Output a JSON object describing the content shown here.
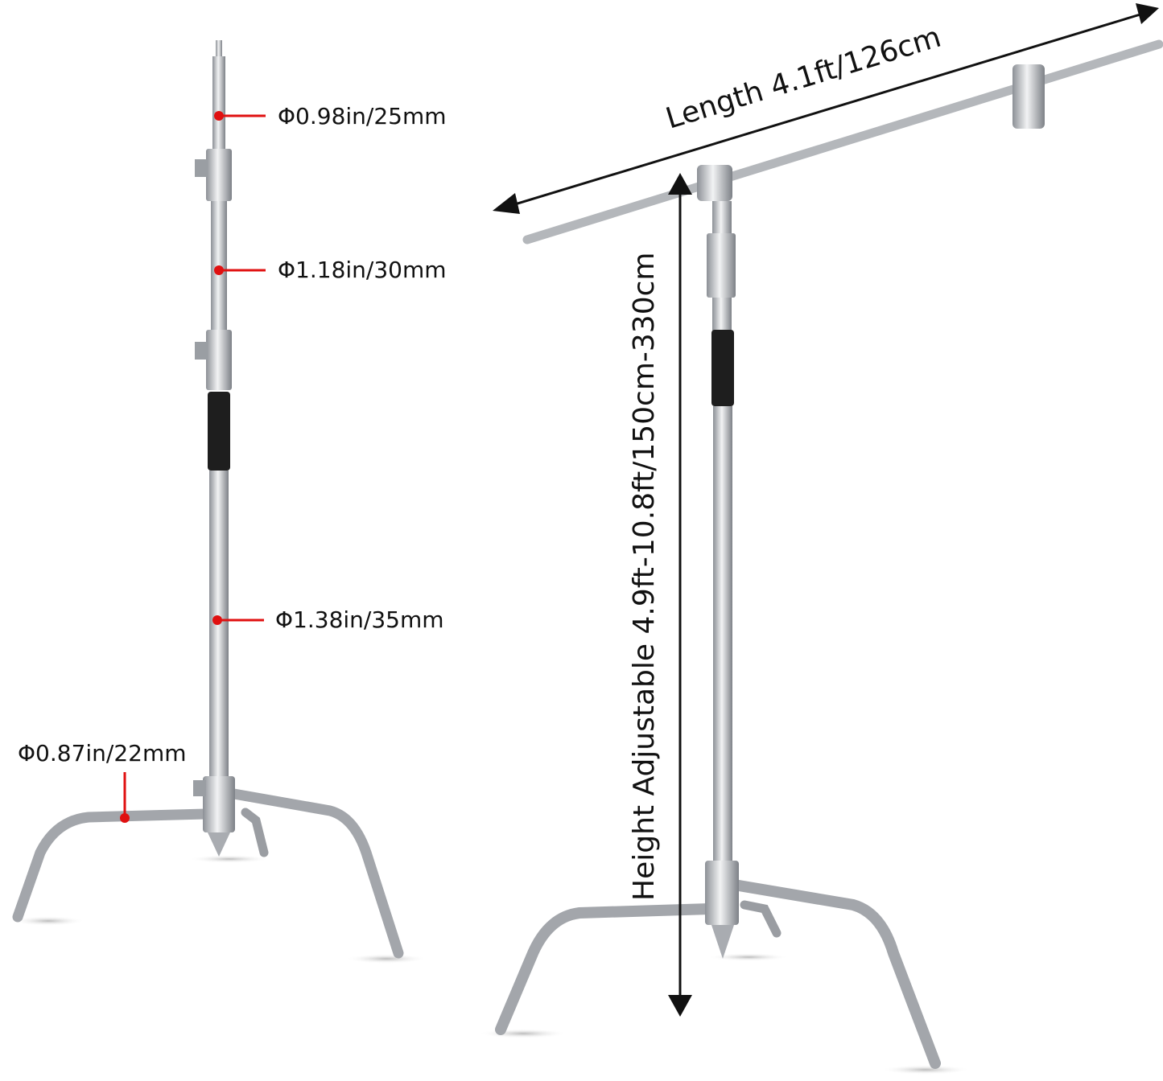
{
  "left_stand": {
    "labels": {
      "top_tube": "Φ0.98in/25mm",
      "middle_tube": "Φ1.18in/30mm",
      "bottom_tube": "Φ1.38in/35mm",
      "leg": "Φ0.87in/22mm"
    }
  },
  "right_stand": {
    "boom_length": "Length 4.1ft/126cm",
    "height_range": "Height Adjustable 4.9ft-10.8ft/150cm-330cm"
  },
  "colors": {
    "marker": "#e01010",
    "steel": "#b9bcc0",
    "grip": "#1e1e1e",
    "arrow": "#111111"
  }
}
